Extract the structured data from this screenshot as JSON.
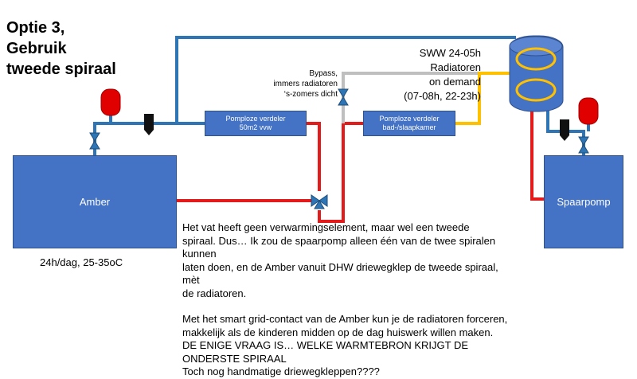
{
  "title": {
    "line1": "Optie 3,",
    "line2": "Gebruik",
    "line3": "tweede spiraal"
  },
  "components": {
    "amber": "Amber",
    "amber_spec": "24h/dag, 25-35oC",
    "spaarpomp": "Spaarpomp",
    "distributor1_line1": "Pomploze verdeler",
    "distributor1_line2": "50m2 vvw",
    "distributor2_line1": "Pomploze verdeler",
    "distributor2_line2": "bad-/slaapkamer"
  },
  "annotations": {
    "bypass_line1": "Bypass,",
    "bypass_line2": "immers radiatoren",
    "bypass_line3": "‘s-zomers dicht",
    "sww_line1": "SWW 24-05h",
    "sww_line2": "Radiatoren",
    "sww_line3": "on demand",
    "sww_line4": "(07-08h, 22-23h)"
  },
  "note": {
    "p1_line1": "Het vat heeft geen verwarmingselement, maar wel een tweede",
    "p1_line2": "spiraal. Dus… Ik zou de spaarpomp alleen één van de twee spiralen kunnen",
    "p1_line3": "laten doen, en de Amber vanuit DHW driewegklep de tweede spiraal, mèt",
    "p1_line4": "de radiatoren.",
    "p2_line1": "Met het smart grid-contact van de Amber kun je de radiatoren forceren,",
    "p2_line2": "makkelijk als de kinderen midden op de dag huiswerk willen maken.",
    "p2_line3": "DE ENIGE VRAAG IS… WELKE WARMTEBRON KRIJGT DE ONDERSTE SPIRAAL",
    "p2_line4": "Toch nog handmatige driewegkleppen????"
  },
  "colors": {
    "pipe_blue": "#2e75b6",
    "pipe_red": "#e31b1b",
    "pipe_yellow": "#ffc000",
    "pipe_gray": "#bfbfbf",
    "box_fill": "#4472c4",
    "expansion_vessel": "#e00000"
  }
}
